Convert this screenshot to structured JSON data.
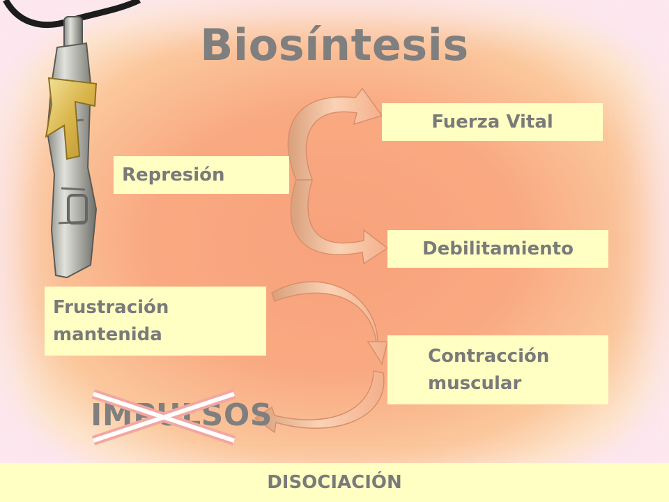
{
  "title": "Biosíntesis",
  "boxes": {
    "represion": "Represión",
    "fuerza_vital": "Fuerza Vital",
    "debilitamiento": "Debilitamiento",
    "frustracion_line1": "Frustración",
    "frustracion_line2": "mantenida",
    "contraccion_line1": "Contracción",
    "contraccion_line2": "muscular"
  },
  "crossed_word": "IMPULSOS",
  "footer": "DISOCIACIÓN",
  "icons": [
    "pendant-image",
    "curved-arrow-icon",
    "cross-out-icon"
  ],
  "colors": {
    "box_fill": "#ffffc4",
    "text": "#7f7f7f",
    "background": "#f9a981",
    "arrow_fill": "#f7b08a",
    "cross": "#f2a7a0"
  }
}
